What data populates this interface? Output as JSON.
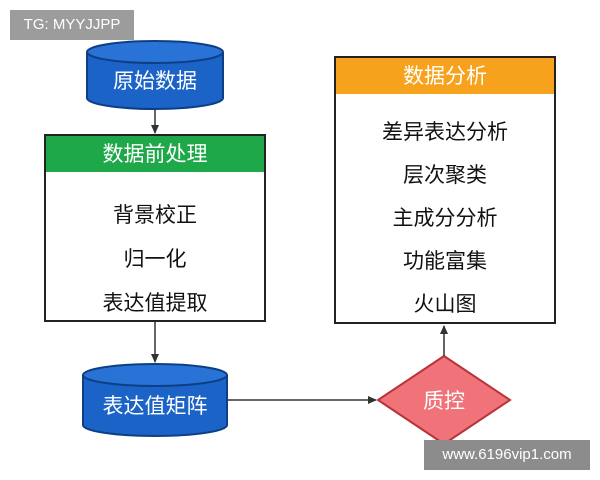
{
  "watermark_top": "TG: MYYJJPP",
  "watermark_bottom": "www.6196vip1.com",
  "colors": {
    "cylinder_fill": "#1b63c6",
    "cylinder_stroke": "#0e3f86",
    "green_header": "#1fa84a",
    "orange_header": "#f7a21c",
    "diamond_fill": "#f0737a",
    "diamond_stroke": "#b8333a",
    "arrow": "#333333"
  },
  "nodes": {
    "raw_data": {
      "label": "原始数据"
    },
    "preprocess": {
      "title": "数据前处理",
      "items": [
        "背景校正",
        "归一化",
        "表达值提取"
      ]
    },
    "expr_matrix": {
      "label": "表达值矩阵"
    },
    "qc": {
      "label": "质控"
    },
    "analysis": {
      "title": "数据分析",
      "items": [
        "差异表达分析",
        "层次聚类",
        "主成分分析",
        "功能富集",
        "火山图"
      ]
    }
  }
}
